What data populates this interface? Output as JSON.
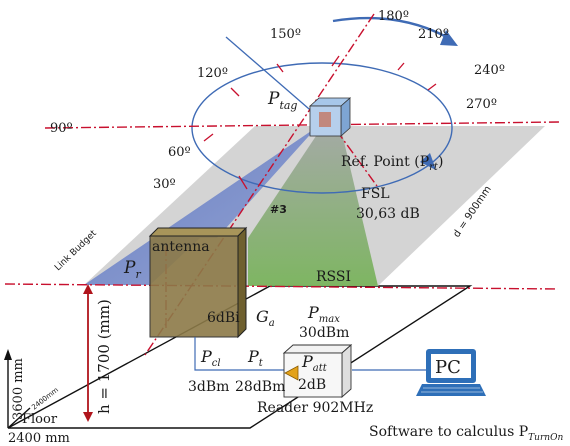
{
  "angles": {
    "a30": "30º",
    "a60": "60º",
    "a90": "90º",
    "a120": "120º",
    "a150": "150º",
    "a180": "180º",
    "a210": "210º",
    "a240": "240º",
    "a270": "270º"
  },
  "labels": {
    "p_tag_main": "P",
    "p_tag_sub": "tag",
    "ref_point_main": "Ref. Point (P",
    "ref_point_sub": "rt",
    "ref_point_close": ")",
    "fsl": "FSL",
    "fsl_value": "30,63 dB",
    "distance": "d = 900mm",
    "link_budget": "Link Budget",
    "rssi": "RSSI",
    "tag_marker": "#3",
    "antenna": "antenna",
    "p_r_main": "P",
    "p_r_sub": "r",
    "gain_value": "6dBi",
    "g_a_main": "G",
    "g_a_sub": "a",
    "p_max_main": "P",
    "p_max_sub": "max",
    "p_max_value": "30dBm",
    "p_cl_main": "P",
    "p_cl_sub": "cl",
    "p_cl_value": "3dBm",
    "p_t_main": "P",
    "p_t_sub": "t",
    "p_t_value": "28dBm",
    "p_att_main": "P",
    "p_att_sub": "att",
    "p_att_value": "2dB",
    "reader": "Reader 902MHz",
    "height": "h = 1700 (mm)",
    "dim_3600": "3600 mm",
    "dim_2400_small": "2400mm",
    "dim_2400": "2400 mm",
    "floor": "Floor",
    "pc": "PC",
    "software_main": "Software to calculus P",
    "software_sub": "TurnOn"
  },
  "colors": {
    "axis_dashed": "#c8102e",
    "height_arrow": "#b0141c",
    "rotation_arc": "#3f6bb5",
    "plane_fill": "#d4d4d4",
    "blue_beam": "#6f86c4",
    "green_beam": "#7fae5e",
    "antenna_box": "#8c7a48",
    "attenuator": "#e3a21a",
    "pc_blue": "#2e6fb8"
  }
}
